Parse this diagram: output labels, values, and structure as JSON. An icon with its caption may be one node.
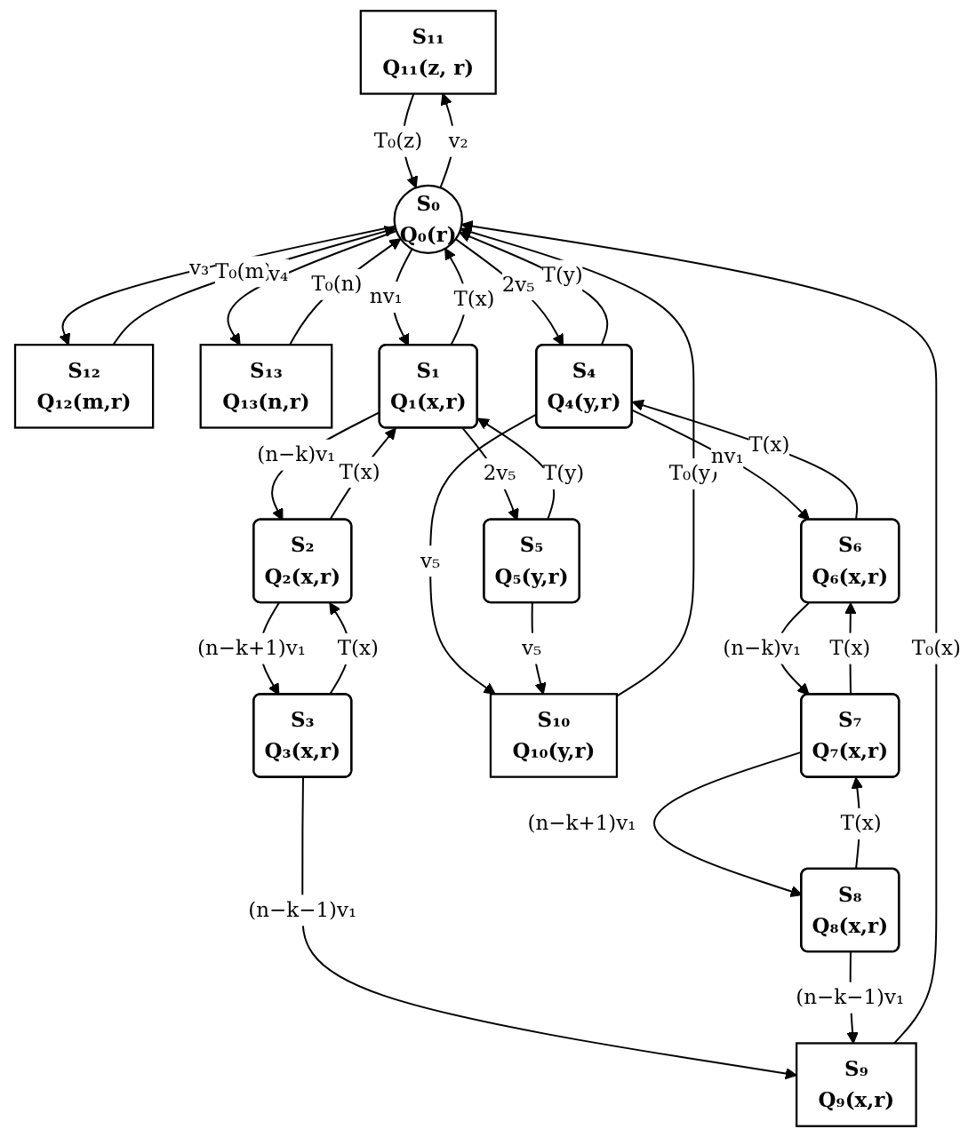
{
  "diagram": {
    "nodes": [
      {
        "text": [
          "S₁₁",
          "Q₁₁(z, r)"
        ]
      },
      {
        "text": [
          "S₆",
          "Q₆(x,r)"
        ]
      },
      {
        "text": [
          "S₀",
          "Q₀(r)"
        ]
      },
      {
        "text": [
          "S₄",
          "Q₄(y,r)"
        ]
      },
      {
        "text": [
          "S₁₀",
          "Q₁₀(y,r)"
        ]
      },
      {
        "text": [
          "S₁₂",
          "Q₁₂(m,r)"
        ]
      },
      {
        "text": [
          "S₁",
          "Q₁(x,r)"
        ]
      },
      {
        "text": [
          "S₅",
          "Q₅(y,r)"
        ]
      },
      {
        "text": [
          "S₂",
          "Q₂(x,r)"
        ]
      },
      {
        "text": [
          "S₇",
          "Q₇(x,r)"
        ]
      },
      {
        "text": [
          "S₁₃",
          "Q₁₃(n,r)"
        ]
      },
      {
        "text": [
          "S₃",
          "Q₃(x,r)"
        ]
      },
      {
        "text": [
          "S₈",
          "Q₈(x,r)"
        ]
      },
      {
        "text": [
          "S₉",
          "Q₉(x,r)"
        ]
      }
    ],
    "edges": [
      {
        "from": 0,
        "to": 2,
        "arrow": "to",
        "label": "T₀(z)"
      },
      {
        "from": 2,
        "to": 0,
        "arrow": "to",
        "label": "v₂"
      },
      {
        "from": 5,
        "to": 2,
        "arrow": "to",
        "label": "T₀(m)"
      },
      {
        "from": 2,
        "to": 5,
        "arrow": "to",
        "label": "v₃"
      },
      {
        "from": 2,
        "to": 3,
        "arrow": "to",
        "label": "2v₅"
      },
      {
        "from": 3,
        "to": 2,
        "arrow": "to",
        "label": "T(y)"
      },
      {
        "from": 4,
        "to": 2,
        "arrow": "to",
        "label": "T₀(y)"
      },
      {
        "from": 3,
        "to": 1,
        "arrow": "to",
        "label": "nv₁"
      },
      {
        "from": 1,
        "to": 3,
        "arrow": "to",
        "label": "T(x)"
      },
      {
        "from": 9,
        "to": 1,
        "arrow": "to",
        "label": "T(x)"
      },
      {
        "from": 1,
        "to": 9,
        "arrow": "to",
        "label": "(n−k)v₁"
      },
      {
        "from": 3,
        "to": 4,
        "arrow": "to",
        "label": "v₅"
      },
      {
        "from": 6,
        "to": 2,
        "arrow": "to",
        "label": "T(x)"
      },
      {
        "from": 2,
        "to": 6,
        "arrow": "to",
        "label": "nv₁"
      },
      {
        "from": 6,
        "to": 7,
        "arrow": "to",
        "label": "2v₅"
      },
      {
        "from": 7,
        "to": 6,
        "arrow": "to",
        "label": "T(y)"
      },
      {
        "from": 7,
        "to": 4,
        "arrow": "to",
        "label": "v₅"
      },
      {
        "from": 8,
        "to": 6,
        "arrow": "to",
        "label": "T(x)"
      },
      {
        "from": 6,
        "to": 8,
        "arrow": "to",
        "label": "(n−k)v₁"
      },
      {
        "from": 11,
        "to": 8,
        "arrow": "to",
        "label": "T(x)"
      },
      {
        "from": 8,
        "to": 11,
        "arrow": "to",
        "label": "(n−k+1)v₁"
      },
      {
        "from": 12,
        "to": 9,
        "arrow": "to",
        "label": "T(x)"
      },
      {
        "from": 9,
        "to": 12,
        "arrow": "to",
        "label": "(n−k+1)v₁"
      },
      {
        "from": 10,
        "to": 2,
        "arrow": "to",
        "label": "T₀(n)"
      },
      {
        "from": 2,
        "to": 10,
        "arrow": "to",
        "label": "v₄"
      },
      {
        "from": 11,
        "to": 13,
        "arrow": "to",
        "label": "(n−k−1)v₁"
      },
      {
        "from": 12,
        "to": 13,
        "arrow": "to",
        "label": "(n−k−1)v₁"
      },
      {
        "from": 13,
        "to": 2,
        "arrow": "to",
        "label": "T₀(x)"
      }
    ]
  }
}
